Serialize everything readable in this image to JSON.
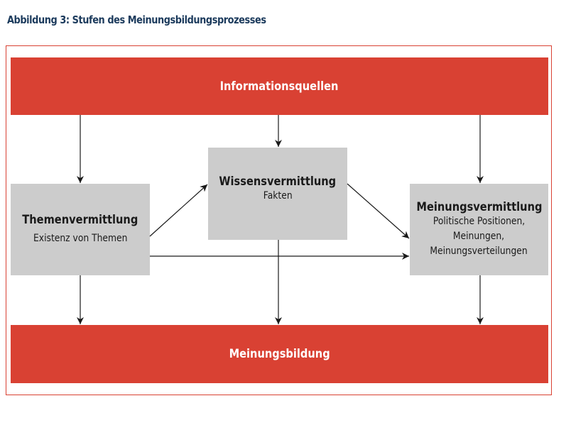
{
  "title": "Abbildung 3: Stufen des Meinungsbildungsprozesses",
  "top_bar": "Informationsquellen",
  "bottom_bar": "Meinungsbildung",
  "boxes": {
    "themen": {
      "heading": "Themenvermittlung",
      "lines": [
        "Existenz von Themen"
      ]
    },
    "wissen": {
      "heading": "Wissensvermittlung",
      "lines": [
        "Fakten"
      ]
    },
    "meinung": {
      "heading": "Meinungsvermittlung",
      "lines": [
        "Politische Positionen,",
        "Meinungen,",
        "Meinungsverteilungen"
      ]
    }
  },
  "colors": {
    "accent": "#d94133",
    "box": "#cccccc",
    "title": "#1b3a5c"
  }
}
